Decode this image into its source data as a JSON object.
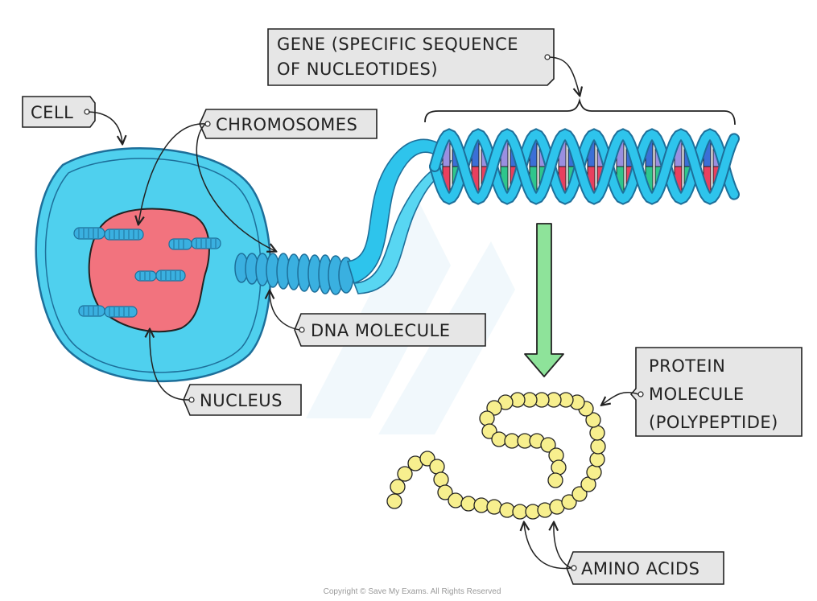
{
  "labels": {
    "gene_line1": "GENE (SPECIFIC SEQUENCE",
    "gene_line2": "OF NUCLEOTIDES)",
    "cell": "CELL",
    "chromosomes": "CHROMOSOMES",
    "dna_molecule": "DNA MOLECULE",
    "nucleus": "NUCLEUS",
    "protein_line1": "PROTEIN",
    "protein_line2": "MOLECULE",
    "protein_line3": "(POLYPEPTIDE)",
    "amino_acids": "AMINO ACIDS"
  },
  "copyright": "Copyright © Save My Exams. All Rights Reserved",
  "colors": {
    "cell_fill": "#4fd0ee",
    "cell_outline": "#2a9ad0",
    "nucleus_fill": "#f2737e",
    "chromosome": "#3ab0e0",
    "dna_backbone": "#2ec4ec",
    "base_purple": "#9a8fe0",
    "base_blue": "#3b6fd6",
    "base_red": "#e8405e",
    "base_green": "#2fc68c",
    "arrow_fill": "#8ee39a",
    "amino_acid": "#f7ef8e",
    "label_box": "#e6e6e6"
  }
}
